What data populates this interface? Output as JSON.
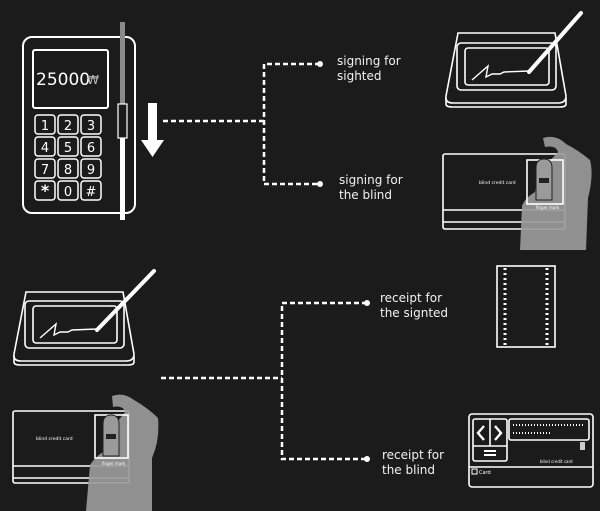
{
  "terminal": {
    "amount": "25000",
    "currency_symbol": "₩",
    "keys": [
      "1",
      "2",
      "3",
      "4",
      "5",
      "6",
      "7",
      "8",
      "9",
      "*",
      "0",
      "#"
    ]
  },
  "branches": {
    "signing": {
      "sighted": {
        "line1": "signing for",
        "line2": "sighted"
      },
      "blind": {
        "line1": "signing for",
        "line2": "the blind"
      }
    },
    "receipt": {
      "sighted": {
        "line1": "receipt for",
        "line2": "the signted"
      },
      "blind": {
        "line1": "receipt for",
        "line2": "the blind"
      }
    }
  },
  "blind_card": {
    "title": "blind credit card",
    "finger_label": "finger mark"
  },
  "braille_receipt": {
    "card_label": "Card",
    "footer_label": "blind credit card"
  },
  "colors": {
    "background": "#1b1b1b",
    "line": "#ffffff",
    "hand": "#9a9a9a",
    "slot_gray": "#8a8a8a"
  }
}
